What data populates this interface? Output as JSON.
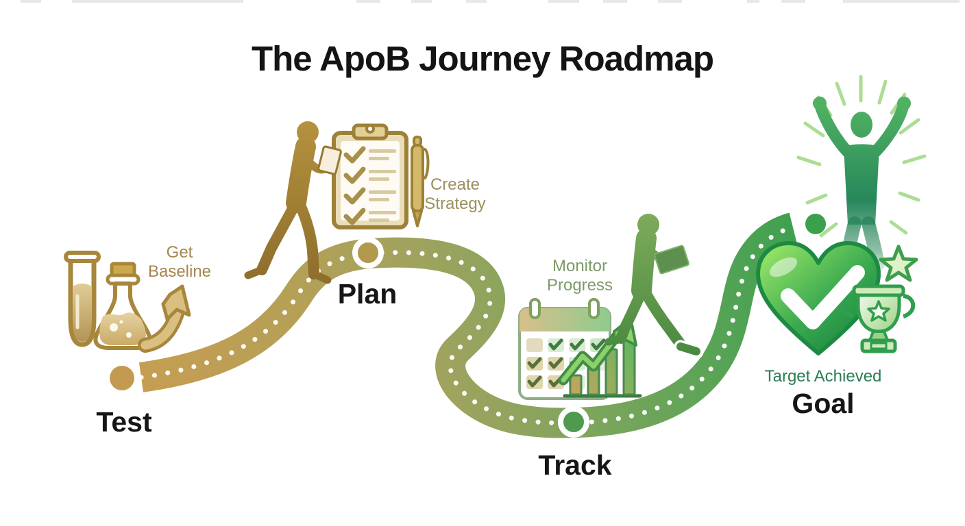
{
  "title": "The ApoB Journey Roadmap",
  "stages": [
    {
      "id": "test",
      "label": "Test",
      "sublabel": "Get Baseline"
    },
    {
      "id": "plan",
      "label": "Plan",
      "sublabel": "Create Strategy"
    },
    {
      "id": "track",
      "label": "Track",
      "sublabel": "Monitor Progress"
    },
    {
      "id": "goal",
      "label": "Goal",
      "sublabel": "Target Achieved"
    }
  ],
  "icons": {
    "test": [
      "test-tube-icon",
      "flask-icon",
      "rising-arrow-icon"
    ],
    "plan": [
      "walking-person-icon",
      "checklist-clipboard-icon",
      "pen-icon"
    ],
    "track": [
      "calendar-icon",
      "bar-chart-arrow-icon",
      "tablet-walker-icon"
    ],
    "goal": [
      "celebrating-person-icon",
      "heart-check-icon",
      "star-icon",
      "trophy-icon"
    ]
  },
  "colors": {
    "background": "#ffffff",
    "title_text": "#141414",
    "stage_label_text": "#161616",
    "road_gold": "#c79d51",
    "road_olive": "#9da35e",
    "road_green": "#42a050",
    "road_dots": "#ffffff",
    "sublabel_test": "#a5854e",
    "sublabel_plan": "#9a9060",
    "sublabel_track": "#7d9b68",
    "sublabel_goal": "#2a7d52",
    "heart_green": "#1f9347",
    "figure_gold": "#a8873c",
    "figure_green": "#4c8a48"
  }
}
